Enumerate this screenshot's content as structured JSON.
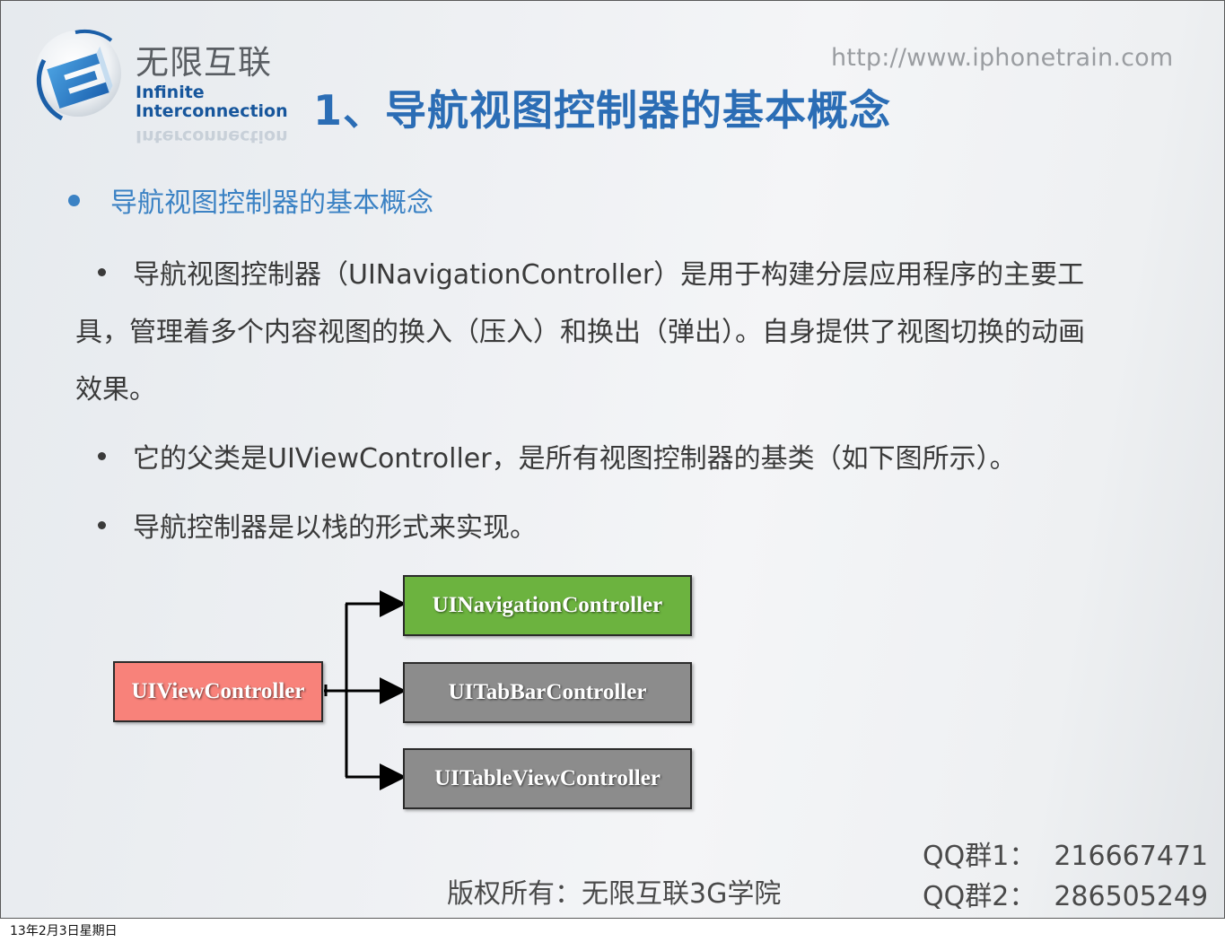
{
  "header": {
    "brand_cn": "无限互联",
    "brand_en_line1": "Infinite",
    "brand_en_line2": "Interconnection",
    "url": "http://www.iphonetrain.com",
    "title": "1、导航视图控制器的基本概念"
  },
  "content": {
    "heading_bullet": "导航视图控制器的基本概念",
    "bullets": [
      {
        "line1": "导航视图控制器（UINavigationController）是用于构建分层应用程序的主要工",
        "line2": "具，管理着多个内容视图的换入（压入）和换出（弹出）。自身提供了视图切换的动画",
        "line3": "效果。"
      },
      {
        "line1": "它的父类是UIViewController，是所有视图控制器的基类（如下图所示）。"
      },
      {
        "line1": "导航控制器是以栈的形式来实现。"
      }
    ]
  },
  "diagram": {
    "parent": {
      "label": "UIViewController",
      "color": "#f8827a"
    },
    "children": [
      {
        "label": "UINavigationController",
        "color": "#6cb33f"
      },
      {
        "label": "UITabBarController",
        "color": "#8c8c8c"
      },
      {
        "label": "UITableViewController",
        "color": "#8c8c8c"
      }
    ]
  },
  "footer": {
    "copyright": "版权所有：无限互联3G学院",
    "qq1_label": "QQ群1：",
    "qq1_number": "216667471",
    "qq2_label": "QQ群2：",
    "qq2_number": "286505249"
  },
  "date_label": "13年2月3日星期日",
  "colors": {
    "title": "#2b6db5",
    "heading_bullet": "#3b82c4",
    "brand_en": "#17569c"
  }
}
